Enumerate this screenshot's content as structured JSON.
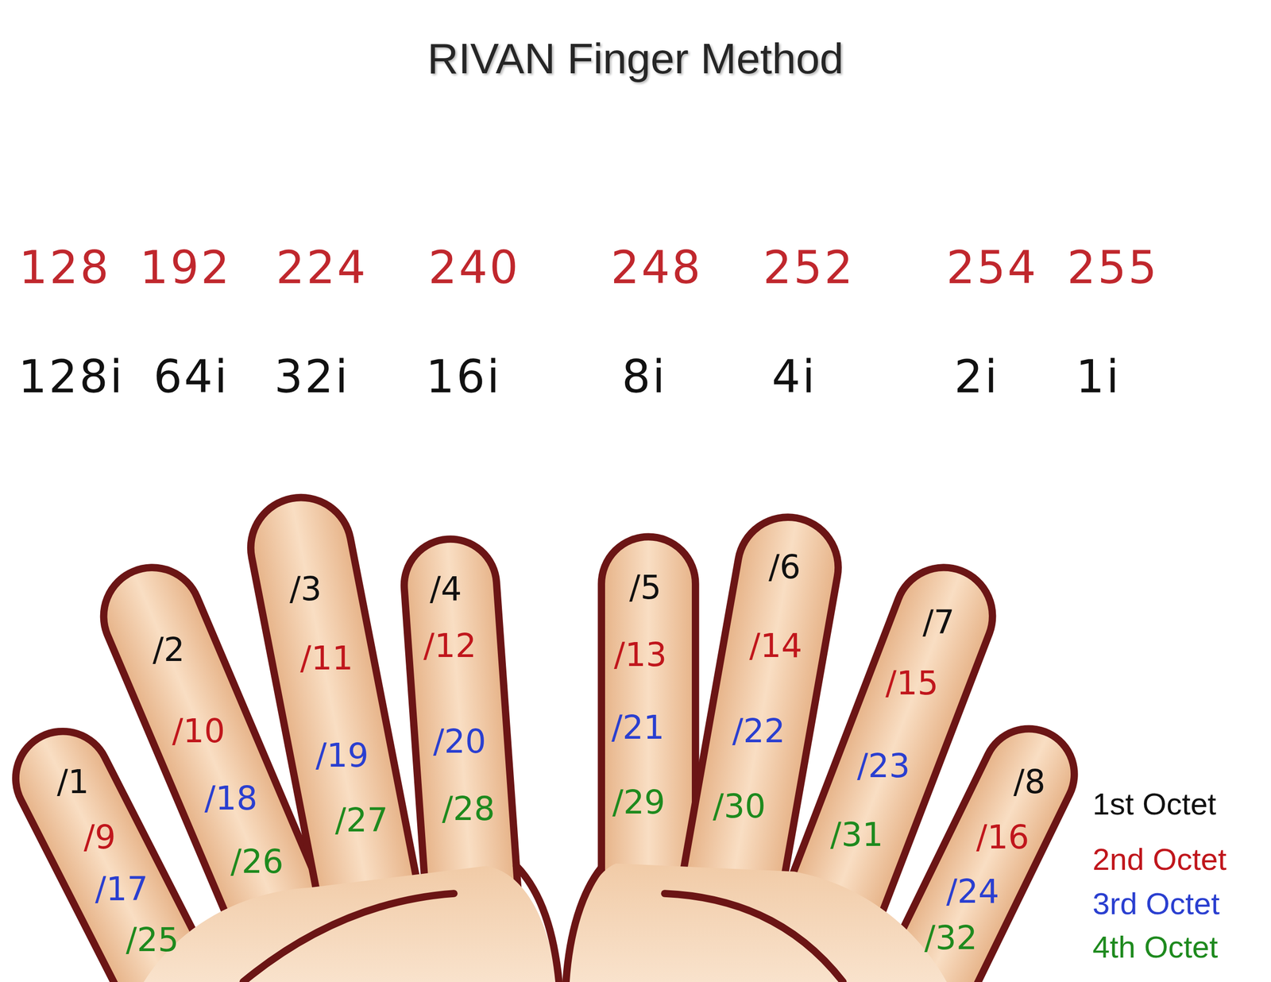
{
  "diagram": {
    "title": "RIVAN Finger Method",
    "nodes": [
      {
        "text": [
          "/1",
          "/9",
          "/17",
          "/25"
        ]
      },
      {
        "text": [
          "/2",
          "/10",
          "/18",
          "/26"
        ]
      },
      {
        "text": [
          "/3",
          "/11",
          "/19",
          "/27"
        ]
      },
      {
        "text": [
          "/4",
          "/12",
          "/20",
          "/28"
        ]
      },
      {
        "text": [
          "/5",
          "/13",
          "/21",
          "/29"
        ]
      },
      {
        "text": [
          "/6",
          "/14",
          "/22",
          "/30"
        ]
      },
      {
        "text": [
          "/7",
          "/15",
          "/23",
          "/31"
        ]
      },
      {
        "text": [
          "/8",
          "/16",
          "/24",
          "/32"
        ]
      }
    ],
    "labels": [
      "128",
      "192",
      "224",
      "240",
      "248",
      "252",
      "254",
      "255",
      "128i",
      "64i",
      "32i",
      "16i",
      "8i",
      "4i",
      "2i",
      "1i"
    ],
    "legend": [
      {
        "text": "1st Octet",
        "color": "#111111"
      },
      {
        "text": "2nd Octet",
        "color": "#c0161c"
      },
      {
        "text": "3rd Octet",
        "color": "#2a3fd0"
      },
      {
        "text": "4th Octet",
        "color": "#1e8a1e"
      }
    ]
  }
}
